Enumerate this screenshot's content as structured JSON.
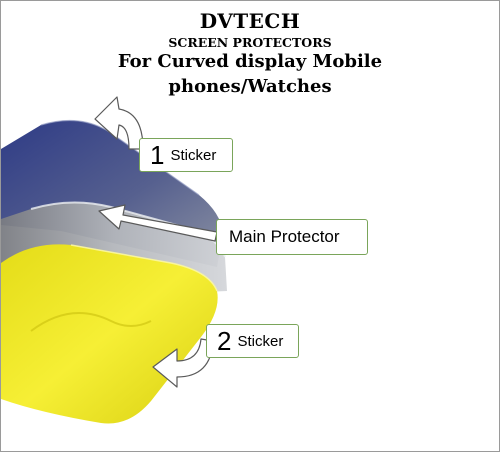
{
  "header": {
    "brand": "DVTECH",
    "subtitle": "SCREEN PROTECTORS",
    "line1": "For Curved display Mobile",
    "line2": "phones/Watches"
  },
  "callouts": {
    "sticker1": {
      "number": "1",
      "label": "Sticker"
    },
    "main": {
      "label": "Main Protector"
    },
    "sticker2": {
      "number": "2",
      "label": "Sticker"
    }
  },
  "colors": {
    "blue_film": "#3b4a8c",
    "yellow_film": "#f2ea2a",
    "callout_border": "#7aa55a"
  }
}
